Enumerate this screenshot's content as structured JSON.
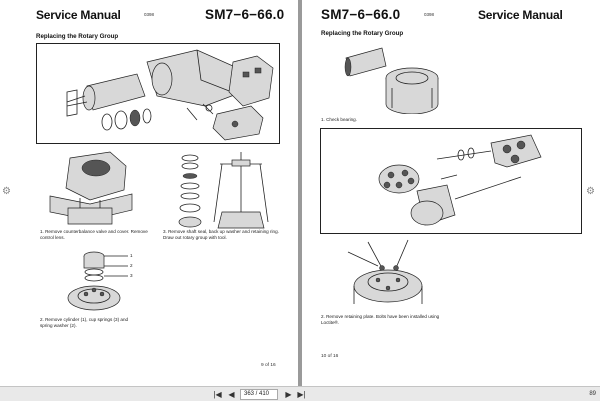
{
  "left_page": {
    "brand": "Service Manual",
    "code": "0398",
    "model": "SM7−6−66.0",
    "section_title": "Replacing the Rotary Group",
    "captions": {
      "step1": "1.   Remove counterbalance valve and cover. Remove control lens.",
      "step2": "2.   Remove cylinder (1), cup springs (3) and spring washer (2).",
      "step3": "3.   Remove shaft seal, back up washer and retaining ring. Draw out rotary group with tool."
    },
    "callouts": [
      "1",
      "2",
      "3"
    ],
    "page_number": "9 of 16"
  },
  "right_page": {
    "model": "SM7−6−66.0",
    "code": "0398",
    "brand": "Service Manual",
    "section_title": "Replacing the Rotary Group",
    "captions": {
      "step1": "1.   Check bearing.",
      "step2": "2.   Remove retaining plate. Bolts have been installed using Loctite®."
    },
    "page_number": "10 of 16"
  },
  "toolbar": {
    "first": "|◀",
    "prev": "◀",
    "page_value": "363 / 410",
    "next": "▶",
    "last": "▶|",
    "zoom": "89"
  },
  "icons": {
    "left_side": "gear-side-icon",
    "right_side": "gear-side-icon"
  }
}
